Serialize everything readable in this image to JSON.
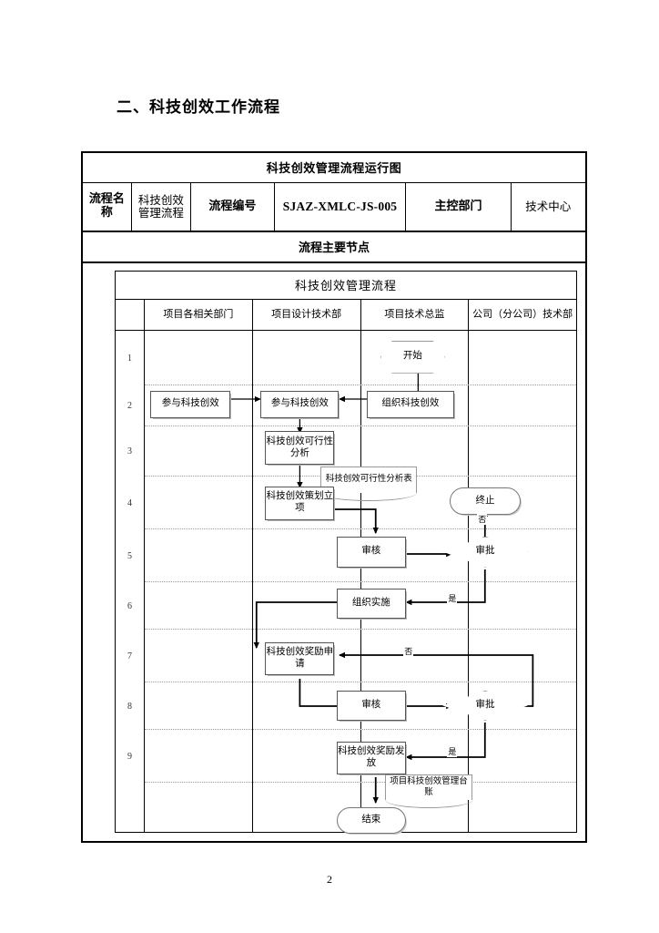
{
  "document": {
    "heading": "二、科技创效工作流程",
    "page_number": "2"
  },
  "table": {
    "title": "科技创效管理流程运行图",
    "meta": {
      "label_flow_name": "流程名称",
      "value_flow_name": "科技创效管理流程",
      "label_flow_code": "流程编号",
      "value_flow_code": "SJAZ-XMLC-JS-005",
      "label_owner_dept": "主控部门",
      "value_owner_dept": "技术中心"
    },
    "nodes_header": "流程主要节点"
  },
  "flowchart": {
    "title": "科技创效管理流程",
    "columns": [
      "项目各相关部门",
      "项目设计技术部",
      "项目技术总监",
      "公司（分公司）技术部"
    ],
    "row_numbers": [
      "1",
      "2",
      "3",
      "4",
      "5",
      "6",
      "7",
      "8",
      "9",
      ""
    ],
    "nodes": {
      "start": "开始",
      "organize": "组织科技创效",
      "participate_design": "参与科技创效",
      "participate_related": "参与科技创效",
      "feasibility": "科技创效可行性分析",
      "feasibility_doc": "科技创效可行性分析表",
      "planning": "科技创效策划立项",
      "review1": "审核",
      "approve1": "审批",
      "terminate": "终止",
      "implement": "组织实施",
      "award_apply": "科技创效奖励申请",
      "review2": "审核",
      "approve2": "审批",
      "award_issue": "科技创效奖励发放",
      "ledger_doc": "项目科技创效管理台账",
      "end": "结束"
    },
    "edge_labels": {
      "no_1": "否",
      "yes_1": "是",
      "no_2": "否",
      "yes_2": "是"
    },
    "colors": {
      "line": "#000000",
      "shape_border": "#555555",
      "grid": "#999999"
    }
  }
}
